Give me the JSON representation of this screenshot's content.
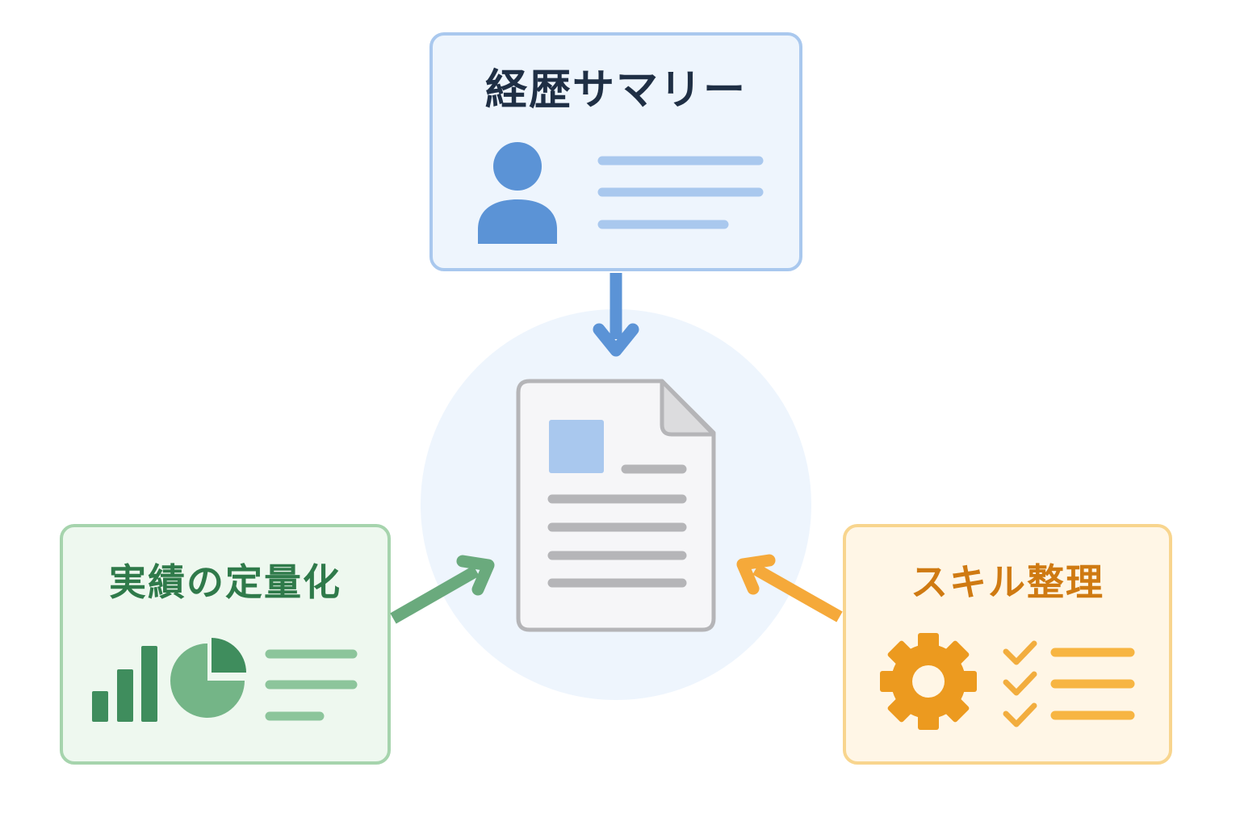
{
  "nodes": {
    "career_summary": {
      "title": "経歴サマリー",
      "icon": "person-icon"
    },
    "achievements": {
      "title": "実績の定量化",
      "icon": "chart-icon"
    },
    "skills": {
      "title": "スキル整理",
      "icon": "gear-icon"
    },
    "document": {
      "icon": "document-icon"
    }
  },
  "colors": {
    "blue_accent": "#5b93d6",
    "blue_fill": "#eef5fd",
    "blue_border": "#a9c8ee",
    "green_accent": "#3f8d5d",
    "green_fill": "#eef8ef",
    "green_border": "#a6d4ad",
    "orange_accent": "#ec9a1f",
    "orange_fill": "#fff6e6",
    "orange_border": "#f8d58e",
    "document_gray": "#b5b5b8",
    "center_circle": "#eef5fd"
  },
  "edges": [
    {
      "from": "career_summary",
      "to": "document",
      "color": "blue"
    },
    {
      "from": "achievements",
      "to": "document",
      "color": "green"
    },
    {
      "from": "skills",
      "to": "document",
      "color": "orange"
    }
  ]
}
